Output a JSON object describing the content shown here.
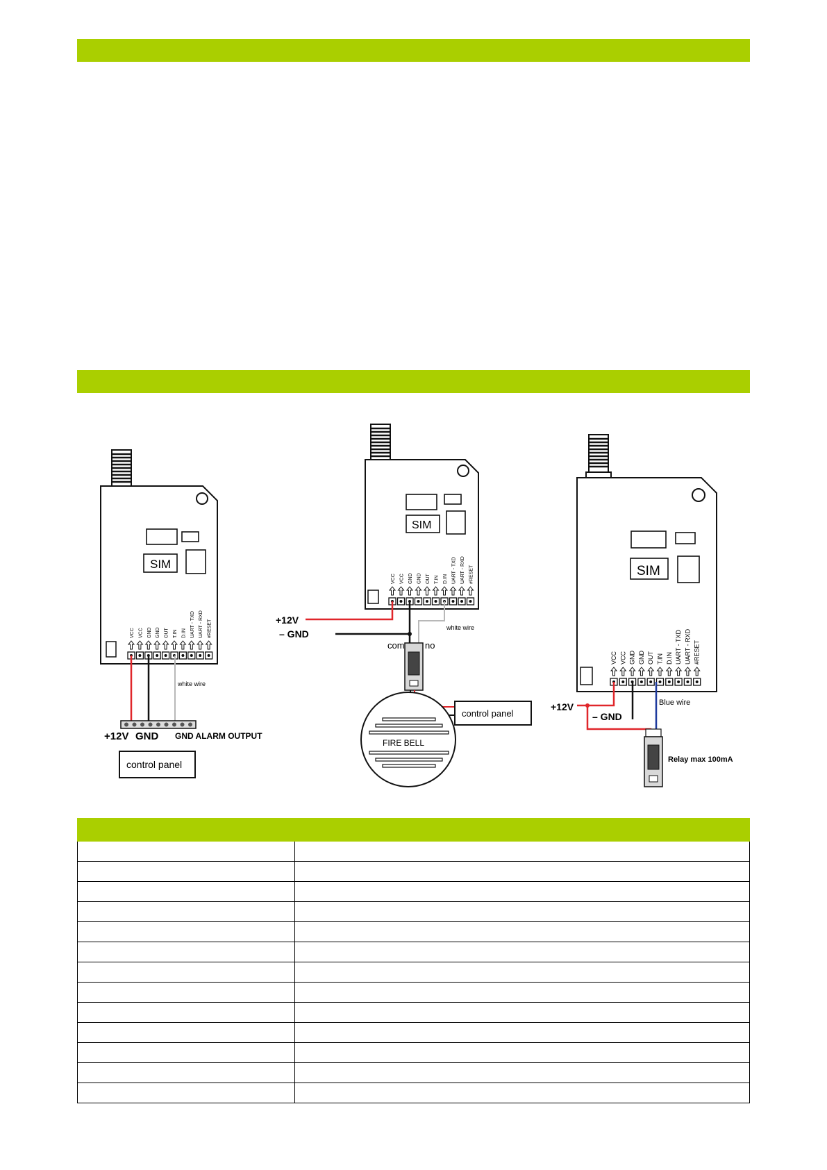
{
  "colors": {
    "accent": "#aacf00",
    "wire_red": "#e0262a",
    "wire_blue": "#1e3a9e",
    "wire_gray": "#b8b8b8"
  },
  "modules": {
    "sim_label": "SIM",
    "pins": [
      "VCC",
      "VCC",
      "GND",
      "GND",
      "OUT",
      "T.IN",
      "D.IN",
      "UART - TXD",
      "UART - RXD",
      "#RESET"
    ]
  },
  "diagram1": {
    "white_wire": "white wire",
    "plus12v": "+12V",
    "gnd": "GND",
    "gnd_alarm": "GND ALARM OUTPUT",
    "control_panel": "control panel"
  },
  "diagram2": {
    "plus12v": "+12V",
    "gnd": "– GND",
    "white_wire": "white wire",
    "com": "com",
    "no": "no",
    "minus": "–",
    "plus": "+",
    "fire_bell": "FIRE BELL",
    "control_panel": "control panel"
  },
  "diagram3": {
    "plus12v": "+12V",
    "gnd": "– GND",
    "blue_wire": "Blue wire",
    "relay": "Relay max 100mA"
  },
  "table": {
    "rows": 13
  }
}
